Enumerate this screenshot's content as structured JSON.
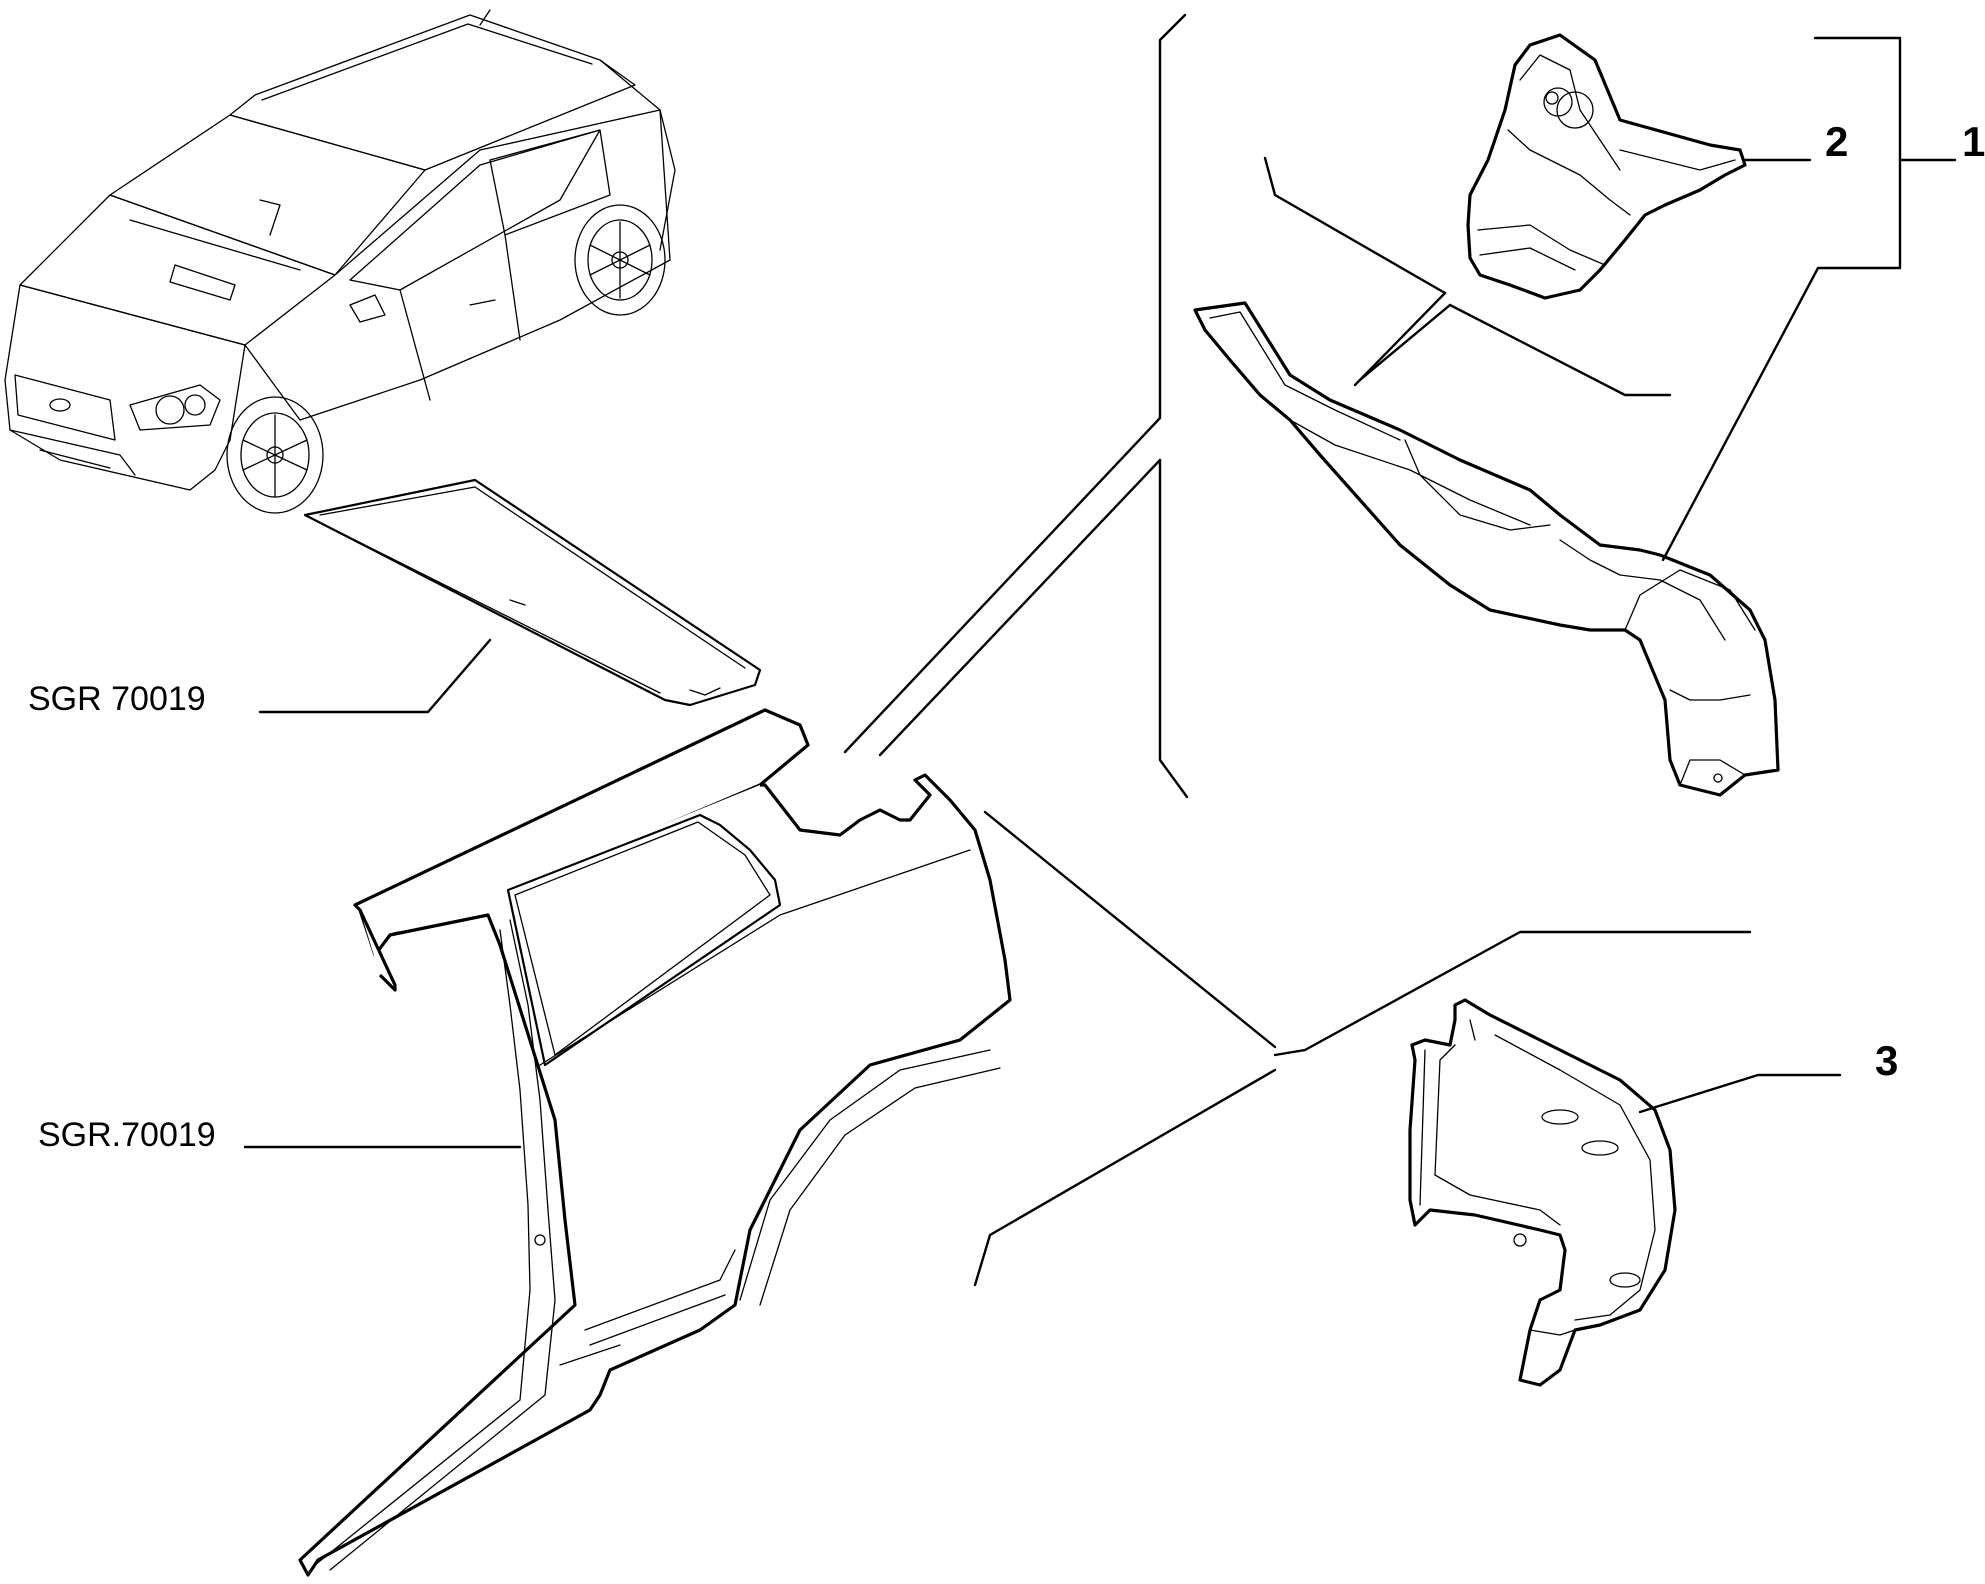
{
  "labels": {
    "ref_top": "SGR 70019",
    "ref_bottom": "SGR.70019",
    "part_1": "1",
    "part_2": "2",
    "part_3": "3"
  }
}
